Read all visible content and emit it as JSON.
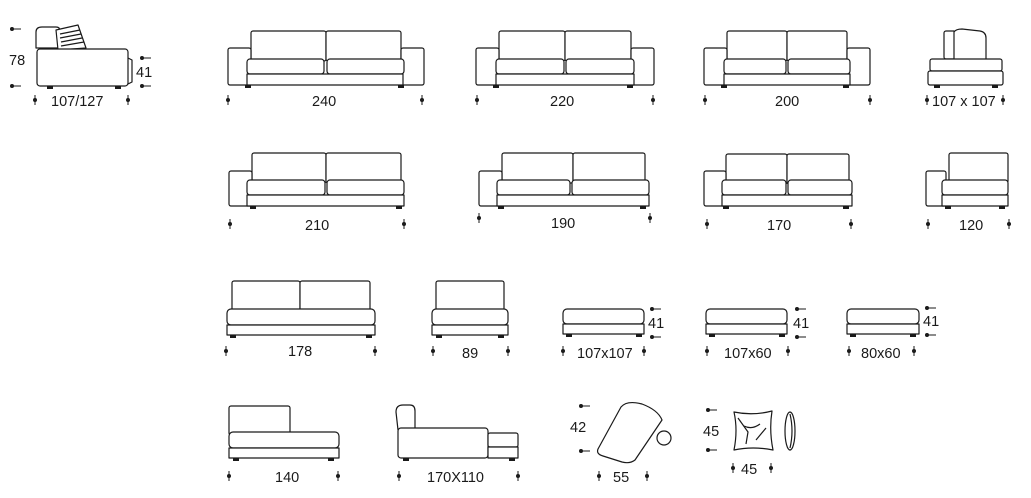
{
  "items": [
    {
      "id": "chaise-reclining",
      "width": "107/127",
      "height": "78",
      "seat": "41"
    },
    {
      "id": "sofa-240",
      "width": "240"
    },
    {
      "id": "sofa-220",
      "width": "220"
    },
    {
      "id": "sofa-200",
      "width": "200"
    },
    {
      "id": "corner",
      "width": "107 x 107"
    },
    {
      "id": "sofa-arm-left-210",
      "width": "210"
    },
    {
      "id": "sofa-arm-left-190",
      "width": "190"
    },
    {
      "id": "sofa-arm-left-170",
      "width": "170"
    },
    {
      "id": "sofa-arm-left-120",
      "width": "120"
    },
    {
      "id": "armless-178",
      "width": "178"
    },
    {
      "id": "armless-89",
      "width": "89"
    },
    {
      "id": "pouf-107x107",
      "width": "107x107",
      "height": "41"
    },
    {
      "id": "pouf-107x60",
      "width": "107x60",
      "height": "41"
    },
    {
      "id": "pouf-80x60",
      "width": "80x60",
      "height": "41"
    },
    {
      "id": "chaise-140",
      "width": "140"
    },
    {
      "id": "chaise-170x110",
      "width": "170X110"
    },
    {
      "id": "headrest",
      "width": "55",
      "height": "42"
    },
    {
      "id": "cushion",
      "width": "45",
      "height": "45"
    }
  ]
}
